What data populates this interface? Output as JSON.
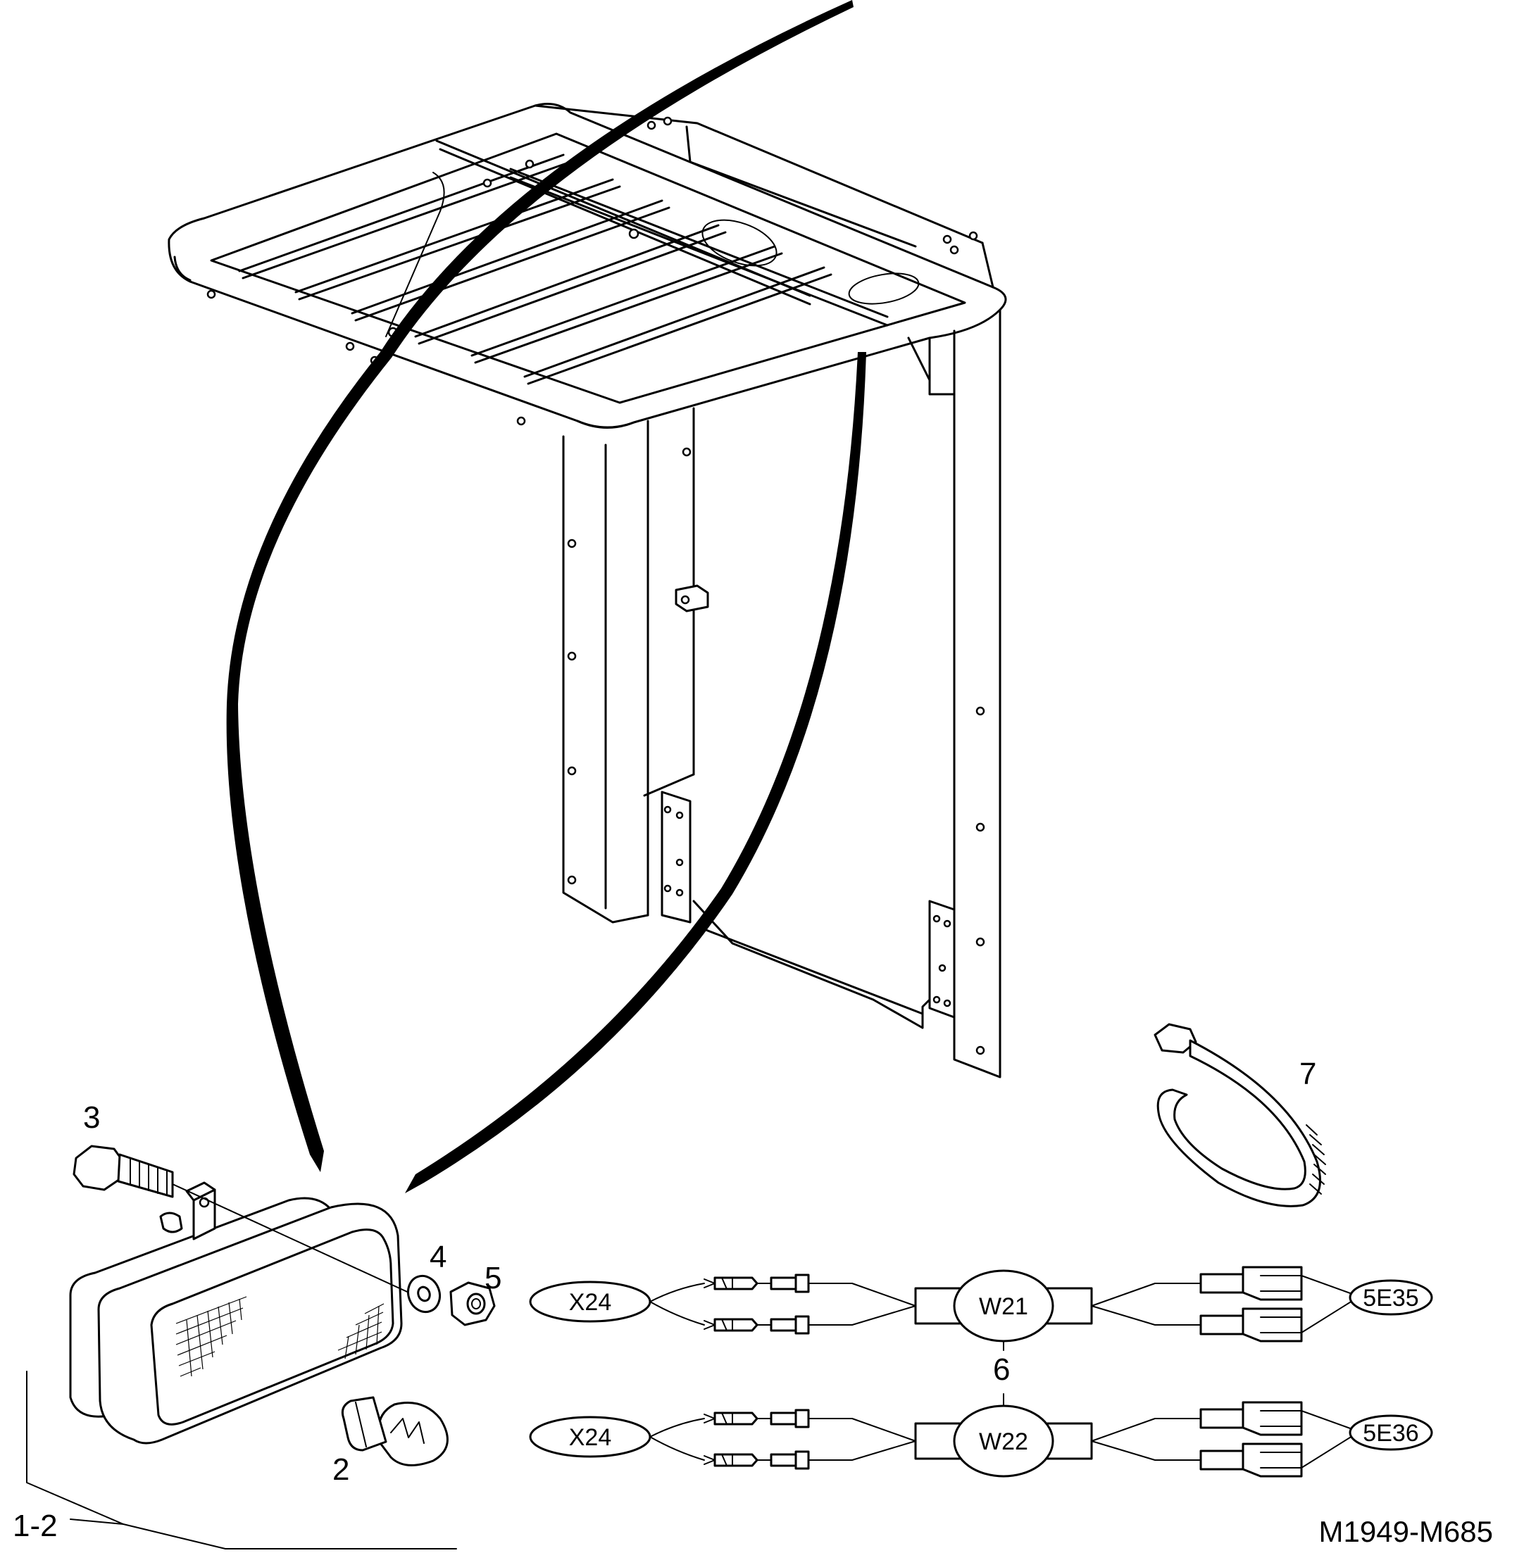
{
  "callouts": {
    "c1_2": "1-2",
    "c2": "2",
    "c3": "3",
    "c4": "4",
    "c5": "5",
    "c6": "6",
    "c7": "7"
  },
  "harness_upper": {
    "left_tag": "X24",
    "center_tag": "W21",
    "right_tag": "5E35"
  },
  "harness_lower": {
    "left_tag": "X24",
    "center_tag": "W22",
    "right_tag": "5E36"
  },
  "drawing_id": "M1949-M685"
}
